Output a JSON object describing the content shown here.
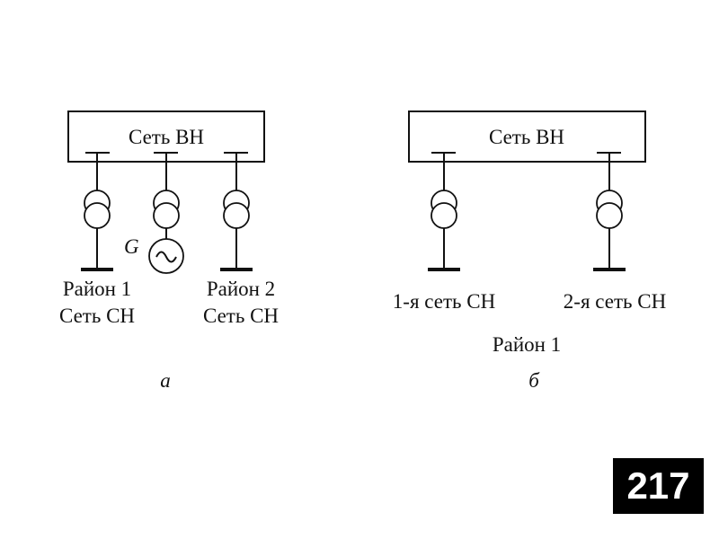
{
  "diagram_a": {
    "hv_network": "Сеть ВН",
    "generator_symbol": "G",
    "area1_line1": "Район 1",
    "area1_line2": "Сеть СН",
    "area2_line1": "Район 2",
    "area2_line2": "Сеть СН",
    "caption": "а"
  },
  "diagram_b": {
    "hv_network": "Сеть ВН",
    "mv_network_1": "1-я сеть СН",
    "mv_network_2": "2-я сеть СН",
    "area": "Район 1",
    "caption": "б"
  },
  "page_number": "217"
}
